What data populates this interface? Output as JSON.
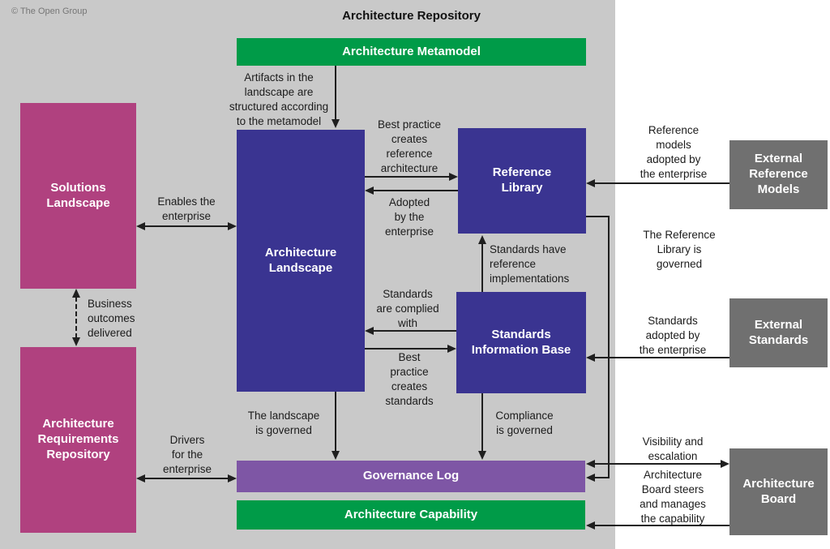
{
  "header": {
    "copyright": "© The Open Group",
    "title": "Architecture Repository"
  },
  "boxes": {
    "metamodel": "Architecture Metamodel",
    "solutions": "Solutions\nLandscape",
    "arch_landscape": "Architecture\nLandscape",
    "ref_library": "Reference\nLibrary",
    "sib": "Standards\nInformation Base",
    "requirements": "Architecture\nRequirements\nRepository",
    "governance": "Governance Log",
    "capability": "Architecture Capability",
    "ext_ref_models": "External\nReference\nModels",
    "ext_standards": "External\nStandards",
    "arch_board": "Architecture\nBoard"
  },
  "labels": {
    "artifacts": "Artifacts in the\nlandscape are\nstructured according\nto the metamodel",
    "enables": "Enables the\nenterprise",
    "business_outcomes": "Business\noutcomes\ndelivered",
    "drivers": "Drivers\nfor the\nenterprise",
    "best_practice_ref": "Best practice\ncreates\nreference\narchitecture",
    "adopted": "Adopted\nby the\nenterprise",
    "standards_have": "Standards have\nreference\nimplementations",
    "standards_complied": "Standards\nare complied\nwith",
    "best_practice_std": "Best\npractice\ncreates\nstandards",
    "landscape_governed": "The landscape\nis governed",
    "compliance_governed": "Compliance\nis governed",
    "ref_models_adopted": "Reference\nmodels\nadopted by\nthe enterprise",
    "ref_library_governed": "The Reference\nLibrary is\ngoverned",
    "standards_adopted": "Standards\nadopted by\nthe enterprise",
    "visibility": "Visibility and\nescalation",
    "board_steers": "Architecture\nBoard steers\nand manages\nthe capability"
  },
  "colors": {
    "panel_bg": "#c9c9c9",
    "green": "#009b48",
    "indigo": "#3a3491",
    "pink": "#b0417f",
    "purple": "#7e56a5",
    "external_gray": "#707070",
    "line": "#1f1f1f"
  }
}
